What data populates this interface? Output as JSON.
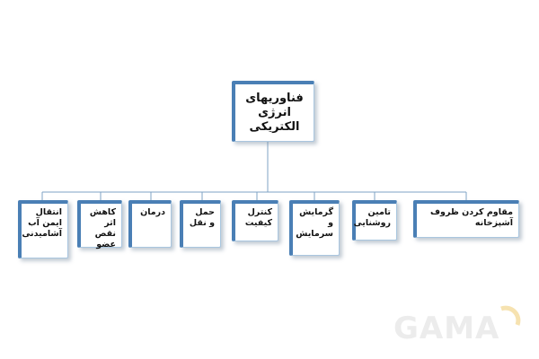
{
  "diagram": {
    "root": {
      "label": "فناوریهای انرژی الکتریکی"
    },
    "children": [
      {
        "label": "مقاوم کردن ظروف آشپزخانه"
      },
      {
        "label": "تامین روشنایی"
      },
      {
        "label": "گرمایش و سرمایش"
      },
      {
        "label": "کنترل کیفیت"
      },
      {
        "label": "حمل و نقل"
      },
      {
        "label": "درمان"
      },
      {
        "label": "کاهش اثر نقص عضو"
      },
      {
        "label": "انتقال ایمن آب آشامیدنی"
      }
    ],
    "colors": {
      "box_accent": "#4a7fb5",
      "box_border": "#a9c6df",
      "connector": "#7fa3c4"
    }
  },
  "watermark": {
    "text": "GAMA"
  }
}
